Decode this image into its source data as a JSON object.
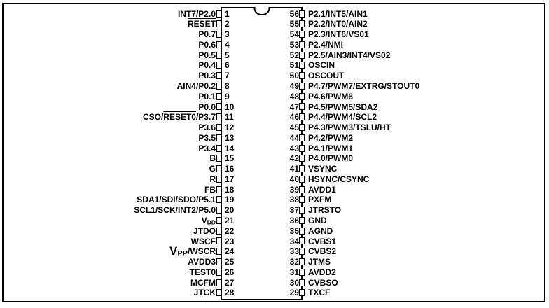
{
  "colors": {
    "ink": "#000000",
    "paper": "#ffffff"
  },
  "package": {
    "pin_count": 56
  },
  "pins": {
    "left": [
      {
        "num": "1",
        "label": "INT7/P2.0"
      },
      {
        "num": "2",
        "segments": [
          {
            "t": "RESET",
            "ov": true
          }
        ]
      },
      {
        "num": "3",
        "label": "P0.7"
      },
      {
        "num": "4",
        "label": "P0.6"
      },
      {
        "num": "5",
        "label": "P0.5"
      },
      {
        "num": "6",
        "label": "P0.4"
      },
      {
        "num": "7",
        "label": "P0.3"
      },
      {
        "num": "8",
        "label": "AIN4/P0.2"
      },
      {
        "num": "9",
        "label": "P0.1"
      },
      {
        "num": "10",
        "label": "P0.0"
      },
      {
        "num": "11",
        "segments": [
          {
            "t": "CSO/"
          },
          {
            "t": "RESET0",
            "ov": true
          },
          {
            "t": "/P3.7"
          }
        ]
      },
      {
        "num": "12",
        "label": "P3.6"
      },
      {
        "num": "13",
        "label": "P3.5"
      },
      {
        "num": "14",
        "label": "P3.4"
      },
      {
        "num": "15",
        "label": "B"
      },
      {
        "num": "16",
        "label": "G"
      },
      {
        "num": "17",
        "label": "R"
      },
      {
        "num": "18",
        "label": "FB"
      },
      {
        "num": "19",
        "label": "SDA1/SDI/SDO/P5.1"
      },
      {
        "num": "20",
        "label": "SCL1/SCK/INT2/P5.0"
      },
      {
        "num": "21",
        "segments": [
          {
            "t": "V"
          },
          {
            "t": "DD",
            "sub": true
          }
        ]
      },
      {
        "num": "22",
        "label": "JTDO"
      },
      {
        "num": "23",
        "label": "WSCF"
      },
      {
        "num": "24",
        "segments": [
          {
            "t": "V",
            "big": true
          },
          {
            "t": "PP",
            "big": true,
            "sub": true
          },
          {
            "t": "/WSCR"
          }
        ]
      },
      {
        "num": "25",
        "label": "AVDD3"
      },
      {
        "num": "26",
        "label": "TEST0"
      },
      {
        "num": "27",
        "label": "MCFM"
      },
      {
        "num": "28",
        "label": "JTCK"
      }
    ],
    "right": [
      {
        "num": "56",
        "label": "P2.1/INT5/AIN1"
      },
      {
        "num": "55",
        "label": "P2.2/INT0/AIN2"
      },
      {
        "num": "54",
        "label": "P2.3/INT6/VS01"
      },
      {
        "num": "53",
        "label": "P2.4/NMI"
      },
      {
        "num": "52",
        "label": "P2.5/AIN3/INT4/VS02"
      },
      {
        "num": "51",
        "label": "OSCIN"
      },
      {
        "num": "50",
        "label": "OSCOUT"
      },
      {
        "num": "49",
        "label": "P4.7/PWM7/EXTRG/STOUT0"
      },
      {
        "num": "48",
        "label": "P4.6/PWM6"
      },
      {
        "num": "47",
        "label": "P4.5/PWM5/SDA2"
      },
      {
        "num": "46",
        "label": "P4.4/PWM4/SCL2"
      },
      {
        "num": "45",
        "label": "P4.3/PWM3/TSLU/HT"
      },
      {
        "num": "44",
        "label": "P4.2/PWM2"
      },
      {
        "num": "43",
        "label": "P4.1/PWM1"
      },
      {
        "num": "42",
        "label": "P4.0/PWM0"
      },
      {
        "num": "41",
        "label": "VSYNC"
      },
      {
        "num": "40",
        "label": "HSYNC/CSYNC"
      },
      {
        "num": "39",
        "label": "AVDD1"
      },
      {
        "num": "38",
        "label": "PXFM"
      },
      {
        "num": "37",
        "label": "JTRSTO"
      },
      {
        "num": "36",
        "label": "GND"
      },
      {
        "num": "35",
        "label": "AGND"
      },
      {
        "num": "34",
        "label": "CVBS1"
      },
      {
        "num": "33",
        "label": "CVBS2"
      },
      {
        "num": "32",
        "label": "JTMS"
      },
      {
        "num": "31",
        "label": "AVDD2"
      },
      {
        "num": "30",
        "label": "CVBSO"
      },
      {
        "num": "29",
        "label": "TXCF"
      }
    ]
  }
}
